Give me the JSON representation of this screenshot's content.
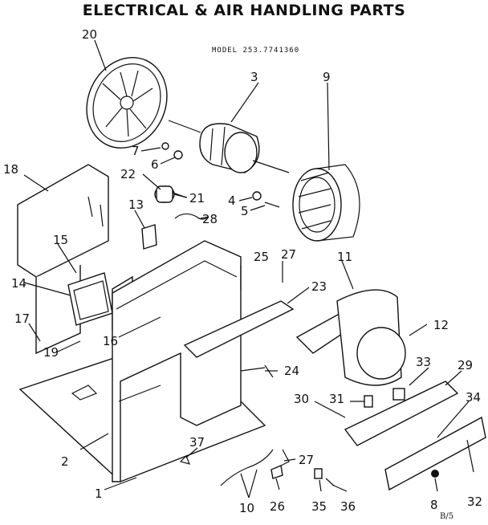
{
  "header": {
    "title": "ELECTRICAL & AIR HANDLING PARTS",
    "model": "MODEL 253.7741360"
  },
  "parts": {
    "p1": "1",
    "p2": "2",
    "p3": "3",
    "p4": "4",
    "p5": "5",
    "p6": "6",
    "p7": "7",
    "p8": "8",
    "p9": "9",
    "p10": "10",
    "p11": "11",
    "p12": "12",
    "p13": "13",
    "p14": "14",
    "p15": "15",
    "p16": "16",
    "p17": "17",
    "p18": "18",
    "p19": "19",
    "p20": "20",
    "p21": "21",
    "p22": "22",
    "p23": "23",
    "p24": "24",
    "p25": "25",
    "p26": "26",
    "p27a": "27",
    "p27b": "27",
    "p28": "28",
    "p29": "29",
    "p30": "30",
    "p31": "31",
    "p32": "32",
    "p33": "33",
    "p34": "34",
    "p35": "35",
    "p36": "36",
    "p37": "37"
  },
  "footer": {
    "page_ref": "B/5"
  }
}
